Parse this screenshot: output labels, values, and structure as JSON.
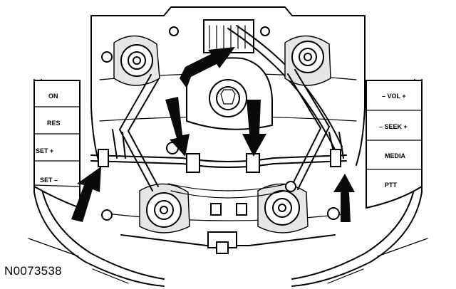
{
  "figure_id": "N0073538",
  "left_buttons": [
    "ON",
    "RES",
    "SET +",
    "SET –"
  ],
  "right_buttons": [
    "– VOL +",
    "– SEEK +",
    "MEDIA",
    "PTT"
  ]
}
